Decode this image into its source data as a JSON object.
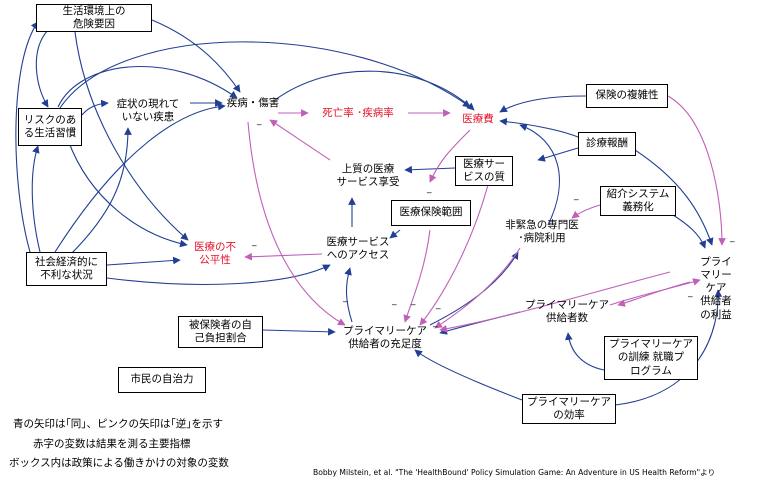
{
  "colors": {
    "blue": "#223f94",
    "pink": "#c060b8",
    "red": "#e4142b",
    "black": "#000000"
  },
  "boxes": {
    "living_env": "生活環境上の\n危険要因",
    "risky_habits": "リスクのあ\nる生活習慣",
    "socioeconomic": "社会経済的に\n不利な状況",
    "copay": "被保険者の自\n己負担割合",
    "self_governance": "市民の自治力",
    "insurance_complexity": "保険の複雑性",
    "fee": "診療報酬",
    "service_quality": "医療サー\nビスの質",
    "coverage": "医療保険範囲",
    "referral": "紹介システム\n義務化",
    "training": "プライマリーケア\nの訓練 就職プ\nログラム",
    "efficiency": "プライマリーケア\nの効率"
  },
  "variables": {
    "symptomless": "症状の現れて\nいない疾患",
    "illness": "疾病・傷害",
    "mortality": "死亡率 ･疾病率",
    "medical_cost": "医療費",
    "quality_services": "上質の医療\nサービス享受",
    "inequality": "医療の不\n公平性",
    "access": "医療サービス\nへのアクセス",
    "nonurgent": "非緊急の専門医\n･病院利用",
    "pc_profit": "プライマリーケア\n供給者の利益",
    "pc_count": "プライマリーケア\n供給者数",
    "pc_sufficiency": "プライマリーケア\n供給者の充足度"
  },
  "polarity": "_",
  "legend": {
    "line1": "青の矢印は｢同｣、ピンクの矢印は｢逆｣を示す",
    "line2": "赤字の変数は結果を測る主要指標",
    "line3": "ボックス内は政策による働きかけの対象の変数"
  },
  "credit": "Bobby Milstein, et al. \"The 'HealthBound' Policy Simulation Game: An Adventure in US Health Reform\"より"
}
